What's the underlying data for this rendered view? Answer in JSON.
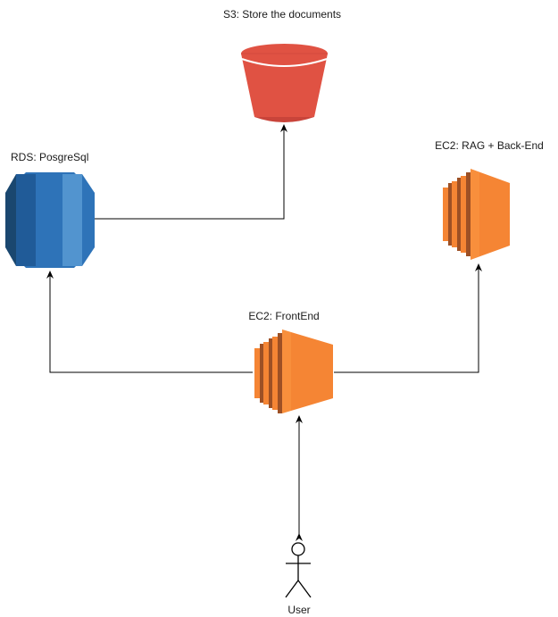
{
  "nodes": {
    "s3": {
      "label": "S3: Store the documents",
      "icon": "s3-bucket-icon"
    },
    "rds": {
      "label": "RDS: PosgreSql",
      "icon": "rds-database-icon"
    },
    "ec2_backend": {
      "label": "EC2: RAG + Back-End",
      "icon": "ec2-instance-icon"
    },
    "ec2_frontend": {
      "label": "EC2: FrontEnd",
      "icon": "ec2-instance-icon"
    },
    "user": {
      "label": "User",
      "icon": "user-actor-icon"
    }
  },
  "edges": [
    {
      "from": "rds",
      "to": "s3"
    },
    {
      "from": "ec2_frontend",
      "to": "rds"
    },
    {
      "from": "ec2_frontend",
      "to": "ec2_backend"
    },
    {
      "from": "user",
      "to": "ec2_frontend"
    }
  ],
  "colors": {
    "s3": "#E05243",
    "s3_dark": "#8C3123",
    "rds_dark": "#1A476F",
    "rds_mid": "#2E73B8",
    "rds_light": "#5294CF",
    "ec2": "#F58534",
    "ec2_dark": "#9D5025",
    "line": "#000000"
  }
}
